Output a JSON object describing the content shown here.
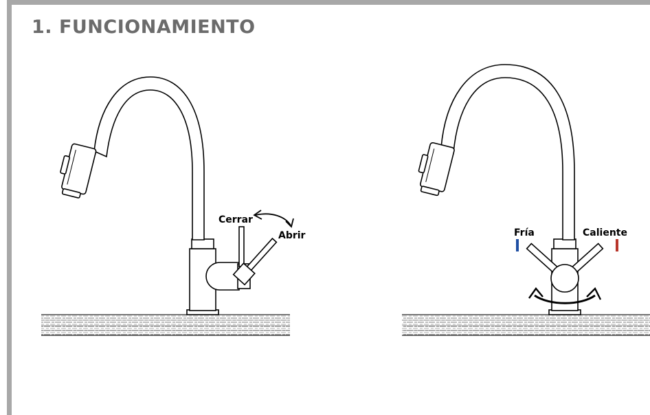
{
  "section": {
    "title": "1. FUNCIONAMIENTO"
  },
  "figure_left": {
    "label_close": "Cerrar",
    "label_open": "Abrir"
  },
  "figure_right": {
    "label_cold": "Fría",
    "label_hot": "Caliente",
    "cold_color": "#1f4fa3",
    "hot_color": "#b8362c"
  },
  "colors": {
    "frame": "#a8a8a8",
    "title": "#6b6b6b",
    "line": "#000000"
  }
}
